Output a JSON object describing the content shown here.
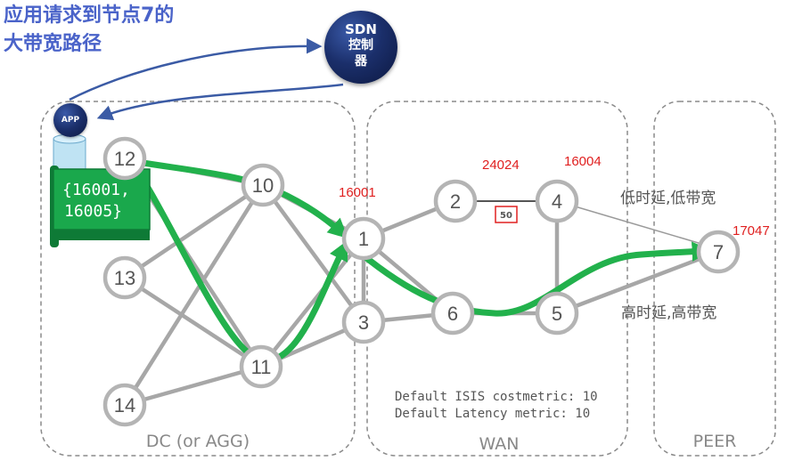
{
  "title": {
    "line1": "应用请求到节点7的",
    "line2": "大带宽路径"
  },
  "sdn_controller": {
    "line1": "SDN",
    "line2": "控制",
    "line3": "器"
  },
  "app": {
    "label": "APP"
  },
  "label_stack": {
    "line1": "{16001,",
    "line2": "16005}"
  },
  "domains": [
    {
      "id": "dc",
      "label": "DC (or AGG)"
    },
    {
      "id": "wan",
      "label": "WAN"
    },
    {
      "id": "peer",
      "label": "PEER"
    }
  ],
  "nodes": [
    {
      "id": "n12",
      "label": "12"
    },
    {
      "id": "n13",
      "label": "13"
    },
    {
      "id": "n14",
      "label": "14"
    },
    {
      "id": "n10",
      "label": "10"
    },
    {
      "id": "n11",
      "label": "11"
    },
    {
      "id": "n1",
      "label": "1"
    },
    {
      "id": "n3",
      "label": "3"
    },
    {
      "id": "n2",
      "label": "2"
    },
    {
      "id": "n4",
      "label": "4"
    },
    {
      "id": "n6",
      "label": "6"
    },
    {
      "id": "n5",
      "label": "5"
    },
    {
      "id": "n7",
      "label": "7"
    }
  ],
  "sids": {
    "node1": "16001",
    "adjacency_2_4": "24024",
    "node4": "16004",
    "node7": "17047"
  },
  "link_metric": "50",
  "path_labels": {
    "low_latency": "低时延,低带宽",
    "high_latency": "高时延,高带宽"
  },
  "defaults": {
    "line1": "Default ISIS costmetric: 10",
    "line2": "Default Latency metric: 10"
  },
  "colors": {
    "path": "#22b14c",
    "sid_text": "#e02020",
    "title_text": "#4a63c9",
    "node_stroke": "#b4b4b4",
    "arrow": "#3b5ba5",
    "label_stack_fill": "#1aa84c"
  }
}
